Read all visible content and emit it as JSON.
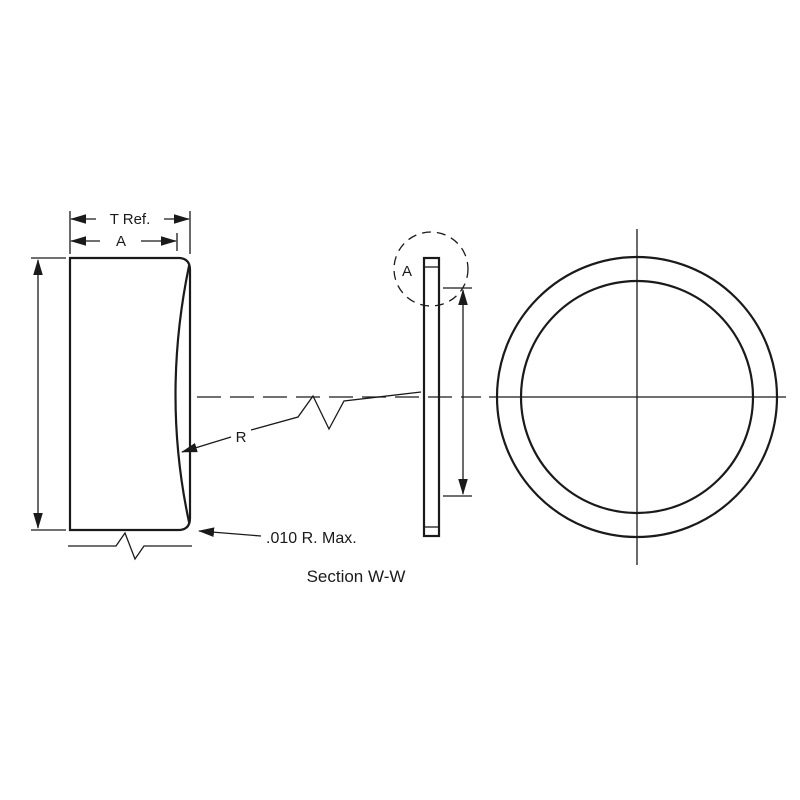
{
  "page": {
    "background": "#ffffff",
    "line_color": "#1a1a1a"
  },
  "drawing": {
    "type": "engineering-section-drawing",
    "labels": {
      "thickness_ref": "T Ref.",
      "width_a": "A",
      "radius": "R",
      "detail_a": "A",
      "radius_max_note": ".010 R. Max.",
      "section_title": "Section W-W"
    }
  }
}
